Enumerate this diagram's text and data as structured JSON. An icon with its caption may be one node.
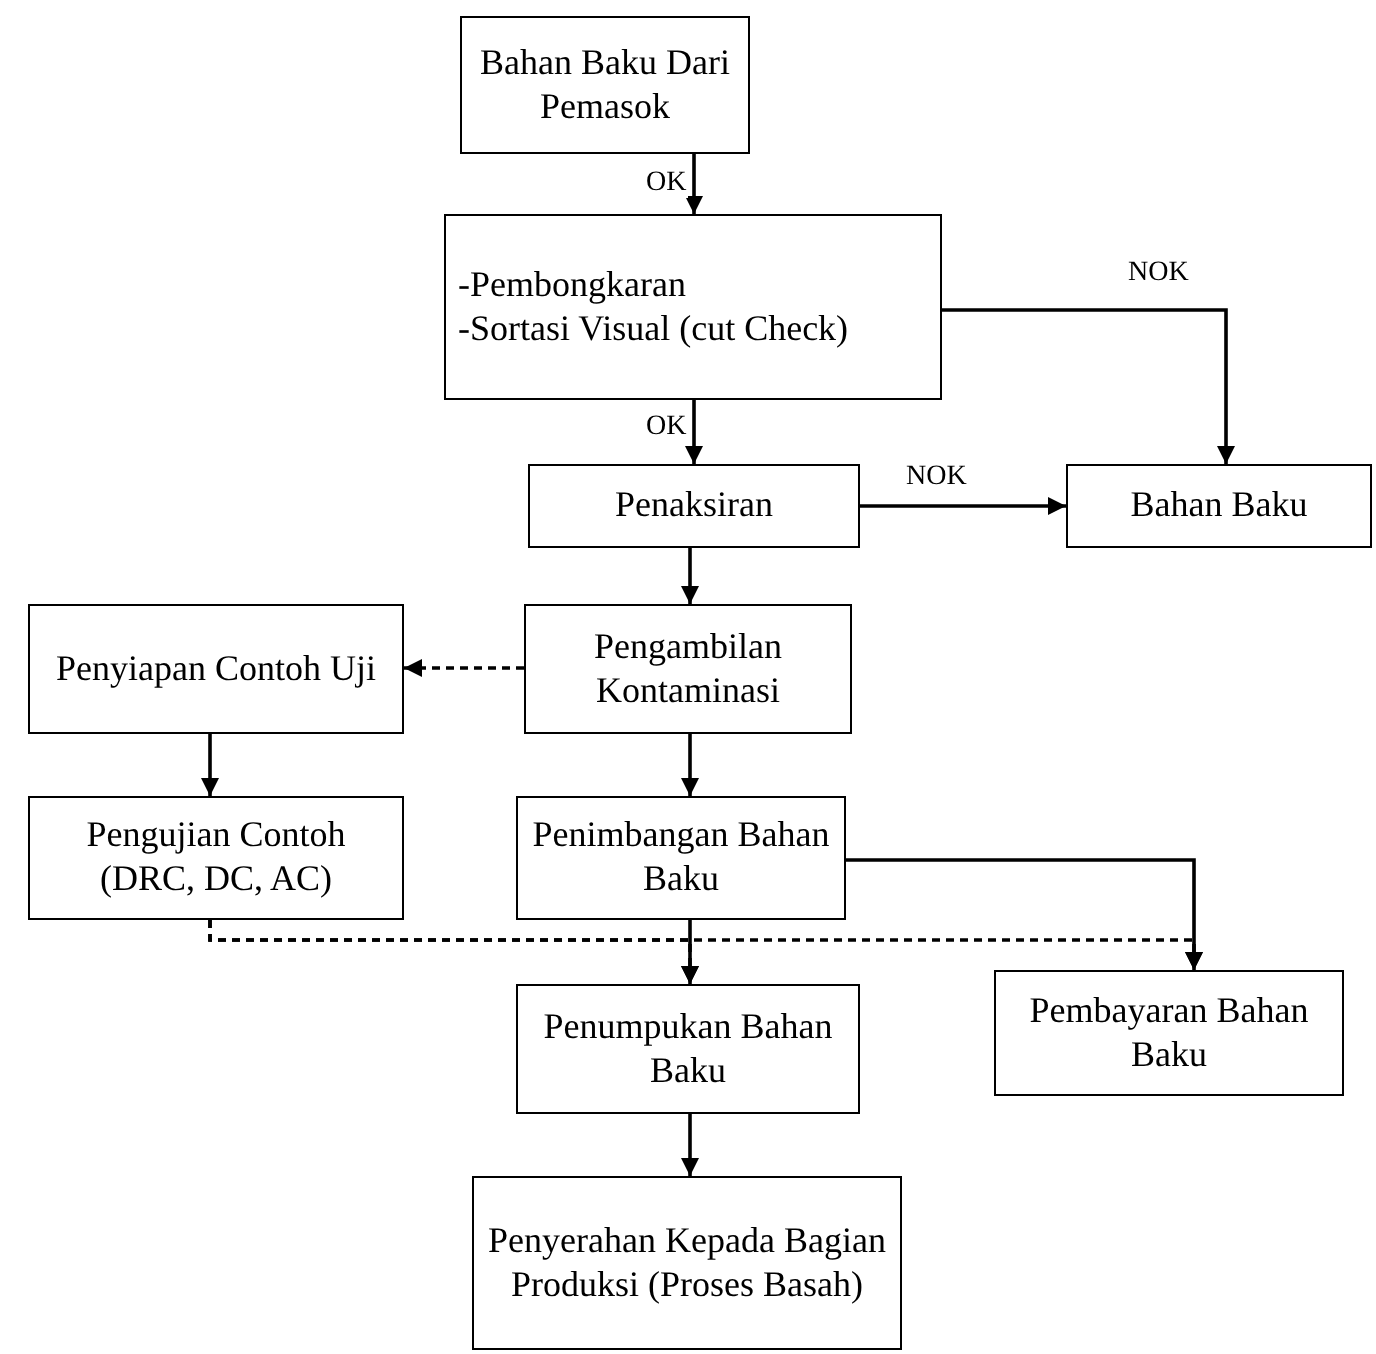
{
  "diagram": {
    "nodes": [
      {
        "text": [
          "Bahan Baku Dari Pemasok"
        ]
      },
      {
        "text": [
          "-Pembongkaran",
          "-Sortasi Visual (cut Check)"
        ]
      },
      {
        "text": [
          "Penaksiran"
        ]
      },
      {
        "text": [
          "Bahan Baku"
        ]
      },
      {
        "text": [
          "Penyiapan Contoh Uji"
        ]
      },
      {
        "text": [
          "Pengambilan Kontaminasi"
        ]
      },
      {
        "text": [
          "Pengujian Contoh (DRC, DC, AC)"
        ]
      },
      {
        "text": [
          "Penimbangan Bahan Baku"
        ]
      },
      {
        "text": [
          "Penumpukan Bahan Baku"
        ]
      },
      {
        "text": [
          "Pembayaran Bahan Baku"
        ]
      },
      {
        "text": [
          "Penyerahan Kepada Bagian Produksi (Proses Basah)"
        ]
      }
    ],
    "edges": [
      {
        "from": 0,
        "to": 1,
        "arrow": "to",
        "label": "OK"
      },
      {
        "from": 1,
        "to": 3,
        "arrow": "to",
        "label": "NOK"
      },
      {
        "from": 1,
        "to": 2,
        "arrow": "to",
        "label": "OK"
      },
      {
        "from": 2,
        "to": 3,
        "arrow": "to",
        "label": "NOK"
      },
      {
        "from": 2,
        "to": 5,
        "arrow": "to"
      },
      {
        "from": 5,
        "to": 4,
        "arrow": "to",
        "style": "dashed"
      },
      {
        "from": 4,
        "to": 6,
        "arrow": "to"
      },
      {
        "from": 5,
        "to": 7,
        "arrow": "to"
      },
      {
        "from": 7,
        "to": 8,
        "arrow": "to"
      },
      {
        "from": 7,
        "to": 9,
        "arrow": "to"
      },
      {
        "from": 6,
        "to": 8,
        "arrow": "to",
        "style": "dashed"
      },
      {
        "from": 6,
        "to": 9,
        "arrow": "to",
        "style": "dashed"
      },
      {
        "from": 8,
        "to": 10,
        "arrow": "to"
      }
    ]
  }
}
